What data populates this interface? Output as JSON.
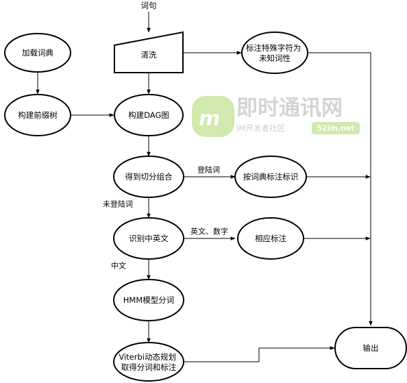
{
  "nodes": {
    "input": "词句",
    "load_dict": "加载词典",
    "build_prefix_tree": "构建前缀树",
    "clean": "清洗",
    "mark_special": "标注特殊字符为未知词性",
    "build_dag": "构建DAG图",
    "get_segments": "得到切分组合",
    "dict_tag": "按词典标注标识",
    "recognize_lang": "识别中英文",
    "tag": "相应标注",
    "hmm": "HMM模型分词",
    "viterbi": "Viterbi动态规划取得分词和标注",
    "output": "输出"
  },
  "edge_labels": {
    "registered": "登陆词",
    "unregistered": "未登陆词",
    "en_num": "英文、数字",
    "chinese": "中文"
  },
  "watermark": {
    "logo": "m",
    "title": "即时通讯网",
    "subtitle": "IM开发者社区",
    "domain": "52im.net"
  },
  "colors": {
    "stroke": "#000000",
    "fill": "#ffffff",
    "watermark_green": "#cde7a6",
    "watermark_gray": "#cfcfcf"
  }
}
